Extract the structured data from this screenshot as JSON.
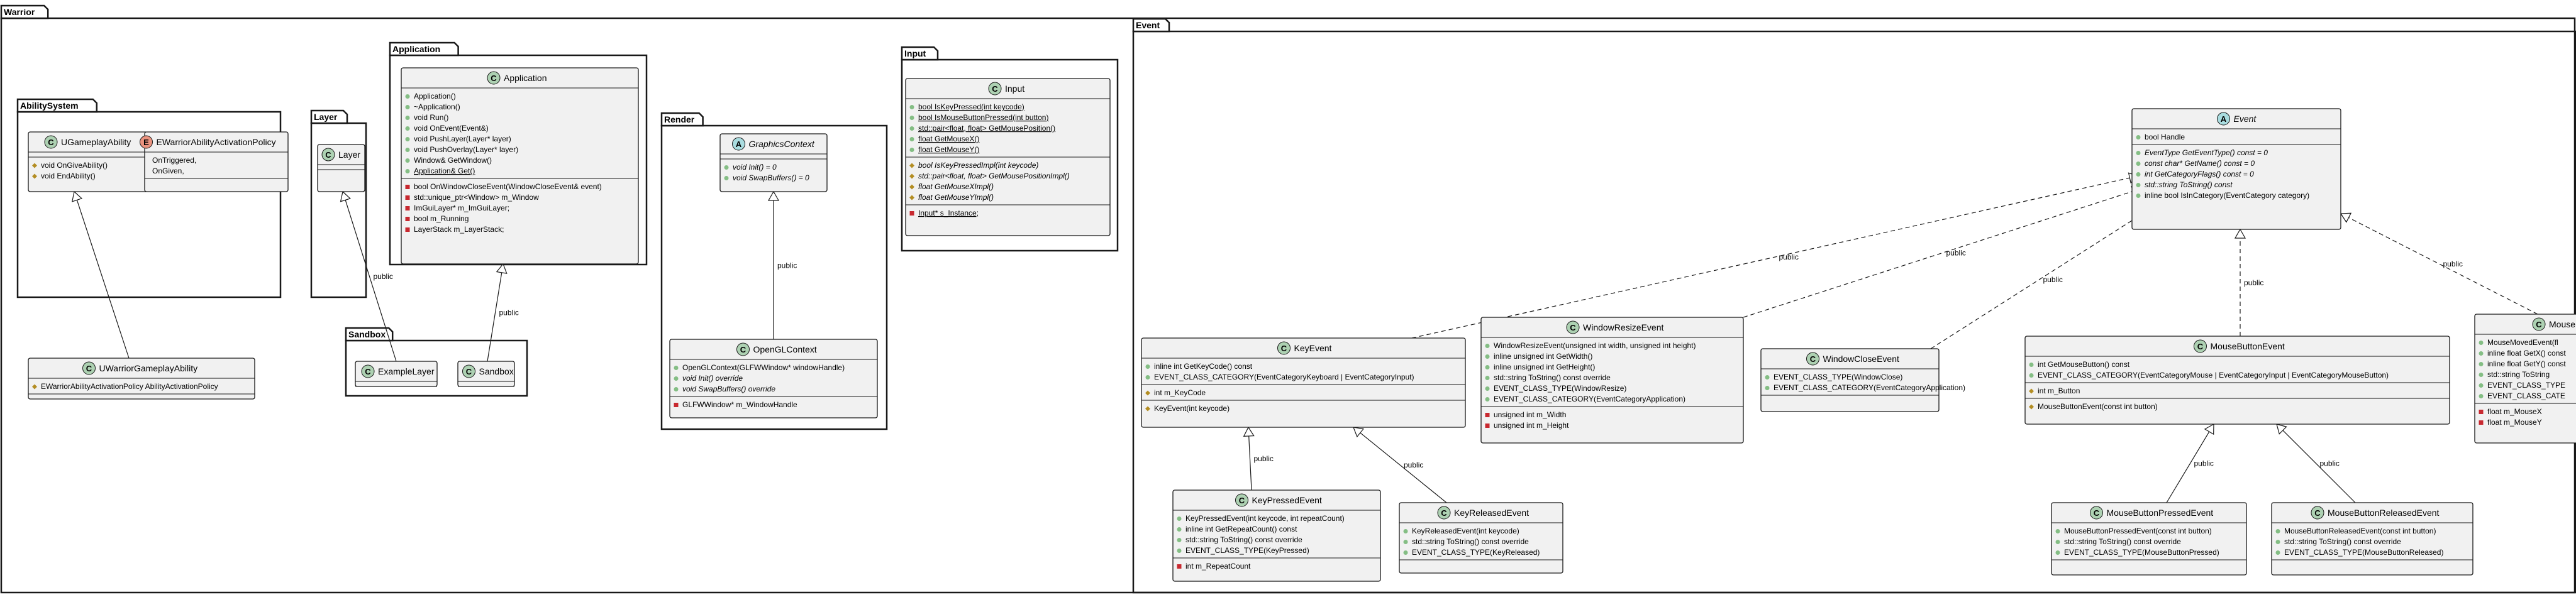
{
  "colors": {
    "class_fill": "#f1f1f1",
    "class_circle": "#add1b2",
    "abstract_circle": "#a9dcdf",
    "enum_circle": "#eb937f",
    "private_marker": "#c82930",
    "protected_marker": "#b38d22",
    "public_marker": "#84be84"
  },
  "packages": [
    {
      "id": "warrior",
      "name": "Warrior"
    },
    {
      "id": "ability",
      "name": "AbilitySystem"
    },
    {
      "id": "layer",
      "name": "Layer"
    },
    {
      "id": "application",
      "name": "Application"
    },
    {
      "id": "render",
      "name": "Render"
    },
    {
      "id": "input",
      "name": "Input"
    },
    {
      "id": "sandbox",
      "name": "Sandbox"
    },
    {
      "id": "event",
      "name": "Event"
    }
  ],
  "classes": [
    {
      "id": "UGameplayAbility",
      "name": "UGameplayAbility",
      "kind": "C",
      "fields": [],
      "methods": [
        {
          "v": "#",
          "t": "void OnGiveAbility()"
        },
        {
          "v": "#",
          "t": "void EndAbility()"
        }
      ]
    },
    {
      "id": "EWarriorAbilityActivationPolicy",
      "name": "EWarriorAbilityActivationPolicy",
      "kind": "E",
      "fields": [
        {
          "v": "",
          "t": "OnTriggered,"
        },
        {
          "v": "",
          "t": "OnGiven,"
        }
      ],
      "methods": []
    },
    {
      "id": "UWarriorGameplayAbility",
      "name": "UWarriorGameplayAbility",
      "kind": "C",
      "fields": [
        {
          "v": "#",
          "t": "EWarriorAbilityActivationPolicy AbilityActivationPolicy"
        }
      ],
      "methods": []
    },
    {
      "id": "Layer",
      "name": "Layer",
      "kind": "C",
      "fields": [],
      "methods": []
    },
    {
      "id": "Application",
      "name": "Application",
      "kind": "C",
      "fields": [
        {
          "v": "+",
          "t": "Application()"
        },
        {
          "v": "+",
          "t": "~Application()"
        },
        {
          "v": "+",
          "t": "void Run()"
        },
        {
          "v": "+",
          "t": "void OnEvent(Event&)"
        },
        {
          "v": "+",
          "t": "void PushLayer(Layer* layer)"
        },
        {
          "v": "+",
          "t": "void PushOverlay(Layer* layer)"
        },
        {
          "v": "+",
          "t": "Window& GetWindow()"
        },
        {
          "v": "+",
          "t": "Application& Get()",
          "static": true
        }
      ],
      "methods": [
        {
          "v": "-",
          "t": "bool OnWindowCloseEvent(WindowCloseEvent& event)"
        },
        {
          "v": "-",
          "t": "std::unique_ptr<Window> m_Window"
        },
        {
          "v": "-",
          "t": "ImGuiLayer* m_ImGuiLayer;"
        },
        {
          "v": "-",
          "t": "bool m_Running"
        },
        {
          "v": "-",
          "t": "LayerStack m_LayerStack;"
        }
      ]
    },
    {
      "id": "GraphicsContext",
      "name": "GraphicsContext",
      "kind": "A",
      "fields": [],
      "methods": [
        {
          "v": "+",
          "t": "void Init() = 0",
          "abstract": true
        },
        {
          "v": "+",
          "t": "void SwapBuffers() = 0",
          "abstract": true
        }
      ]
    },
    {
      "id": "OpenGLContext",
      "name": "OpenGLContext",
      "kind": "C",
      "fields": [
        {
          "v": "+",
          "t": "OpenGLContext(GLFWWindow* windowHandle)"
        },
        {
          "v": "+",
          "t": "void Init() override",
          "abstract": true
        },
        {
          "v": "+",
          "t": "void SwapBuffers() override",
          "abstract": true
        }
      ],
      "methods": [
        {
          "v": "-",
          "t": "GLFWWindow* m_WindowHandle"
        }
      ]
    },
    {
      "id": "Input",
      "name": "Input",
      "kind": "C",
      "fields": [
        {
          "v": "+",
          "t": "bool IsKeyPressed(int keycode)",
          "static": true
        },
        {
          "v": "+",
          "t": "bool IsMouseButtonPressed(int button)",
          "static": true
        },
        {
          "v": "+",
          "t": "std::pair<float, float> GetMousePosition()",
          "static": true
        },
        {
          "v": "+",
          "t": "float GetMouseX()",
          "static": true
        },
        {
          "v": "+",
          "t": "float GetMouseY()",
          "static": true
        }
      ],
      "methods": [
        {
          "v": "#",
          "t": "bool IsKeyPressedImpl(int keycode)",
          "abstract": true
        },
        {
          "v": "#",
          "t": "std::pair<float, float> GetMousePositionImpl()",
          "abstract": true
        },
        {
          "v": "#",
          "t": "float GetMouseXImpl()",
          "abstract": true
        },
        {
          "v": "#",
          "t": "float GetMouseYImpl()",
          "abstract": true
        }
      ],
      "extra": [
        {
          "v": "-",
          "t": "Input* s_Instance;",
          "static": true
        }
      ]
    },
    {
      "id": "ExampleLayer",
      "name": "ExampleLayer",
      "kind": "C",
      "fields": [],
      "methods": []
    },
    {
      "id": "Sandbox",
      "name": "Sandbox",
      "kind": "C",
      "fields": [],
      "methods": []
    },
    {
      "id": "Event",
      "name": "Event",
      "kind": "A",
      "fields": [
        {
          "v": "+",
          "t": "bool Handle"
        }
      ],
      "methods": [
        {
          "v": "+",
          "t": "EventType GetEventType() const = 0",
          "abstract": true
        },
        {
          "v": "+",
          "t": "const char* GetName() const = 0",
          "abstract": true
        },
        {
          "v": "+",
          "t": "int GetCategoryFlags() const = 0",
          "abstract": true
        },
        {
          "v": "+",
          "t": "std::string ToString() const",
          "abstract": true
        },
        {
          "v": "+",
          "t": "inline bool IsInCategory(EventCategory category)"
        }
      ]
    },
    {
      "id": "KeyEvent",
      "name": "KeyEvent",
      "kind": "C",
      "fields": [
        {
          "v": "+",
          "t": "inline int GetKeyCode() const"
        },
        {
          "v": "+",
          "t": "EVENT_CLASS_CATEGORY(EventCategoryKeyboard | EventCategoryInput)"
        }
      ],
      "methods": [
        {
          "v": "#",
          "t": "int m_KeyCode"
        }
      ],
      "extra": [
        {
          "v": "#",
          "t": "KeyEvent(int keycode)"
        }
      ]
    },
    {
      "id": "WindowResizeEvent",
      "name": "WindowResizeEvent",
      "kind": "C",
      "fields": [
        {
          "v": "+",
          "t": "WindowResizeEvent(unsigned int width, unsigned int height)"
        },
        {
          "v": "+",
          "t": "inline unsigned int GetWidth()"
        },
        {
          "v": "+",
          "t": "inline unsigned int GetHeight()"
        },
        {
          "v": "+",
          "t": "std::string ToString() const override"
        },
        {
          "v": "+",
          "t": "EVENT_CLASS_TYPE(WindowResize)"
        },
        {
          "v": "+",
          "t": "EVENT_CLASS_CATEGORY(EventCategoryApplication)"
        }
      ],
      "methods": [
        {
          "v": "-",
          "t": "unsigned int m_Width"
        },
        {
          "v": "-",
          "t": "unsigned int m_Height"
        }
      ]
    },
    {
      "id": "WindowCloseEvent",
      "name": "WindowCloseEvent",
      "kind": "C",
      "fields": [
        {
          "v": "+",
          "t": "EVENT_CLASS_TYPE(WindowClose)"
        },
        {
          "v": "+",
          "t": "EVENT_CLASS_CATEGORY(EventCategoryApplication)"
        }
      ],
      "methods": []
    },
    {
      "id": "MouseButtonEvent",
      "name": "MouseButtonEvent",
      "kind": "C",
      "fields": [
        {
          "v": "+",
          "t": "int GetMouseButton() const"
        },
        {
          "v": "+",
          "t": "EVENT_CLASS_CATEGORY(EventCategoryMouse | EventCategoryInput | EventCategoryMouseButton)"
        }
      ],
      "methods": [
        {
          "v": "#",
          "t": "int m_Button"
        }
      ],
      "extra": [
        {
          "v": "#",
          "t": "MouseButtonEvent(const int button)"
        }
      ]
    },
    {
      "id": "MouseMovedEvent",
      "name": "MouseMovedEvent",
      "kind": "C",
      "fields": [
        {
          "v": "+",
          "t": "MouseMovedEvent(fl"
        },
        {
          "v": "+",
          "t": "inline float GetX() const"
        },
        {
          "v": "+",
          "t": "inline float GetY() const"
        },
        {
          "v": "+",
          "t": "std::string ToString"
        },
        {
          "v": "+",
          "t": "EVENT_CLASS_TYPE"
        },
        {
          "v": "+",
          "t": "EVENT_CLASS_CATE"
        }
      ],
      "methods": [
        {
          "v": "-",
          "t": "float m_MouseX"
        },
        {
          "v": "-",
          "t": "float m_MouseY"
        }
      ]
    },
    {
      "id": "KeyPressedEvent",
      "name": "KeyPressedEvent",
      "kind": "C",
      "fields": [
        {
          "v": "+",
          "t": "KeyPressedEvent(int keycode, int repeatCount)"
        },
        {
          "v": "+",
          "t": "inline int GetRepeatCount() const"
        },
        {
          "v": "+",
          "t": "std::string ToString() const override"
        },
        {
          "v": "+",
          "t": "EVENT_CLASS_TYPE(KeyPressed)"
        }
      ],
      "methods": [
        {
          "v": "-",
          "t": "int m_RepeatCount"
        }
      ]
    },
    {
      "id": "KeyReleasedEvent",
      "name": "KeyReleasedEvent",
      "kind": "C",
      "fields": [
        {
          "v": "+",
          "t": "KeyReleasedEvent(int keycode)"
        },
        {
          "v": "+",
          "t": "std::string ToString() const override"
        },
        {
          "v": "+",
          "t": "EVENT_CLASS_TYPE(KeyReleased)"
        }
      ],
      "methods": []
    },
    {
      "id": "MouseButtonPressedEvent",
      "name": "MouseButtonPressedEvent",
      "kind": "C",
      "fields": [
        {
          "v": "+",
          "t": "MouseButtonPressedEvent(const int button)"
        },
        {
          "v": "+",
          "t": "std::string ToString() const override"
        },
        {
          "v": "+",
          "t": "EVENT_CLASS_TYPE(MouseButtonPressed)"
        }
      ],
      "methods": []
    },
    {
      "id": "MouseButtonReleasedEvent",
      "name": "MouseButtonReleasedEvent",
      "kind": "C",
      "fields": [
        {
          "v": "+",
          "t": "MouseButtonReleasedEvent(const int button)"
        },
        {
          "v": "+",
          "t": "std::string ToString() const override"
        },
        {
          "v": "+",
          "t": "EVENT_CLASS_TYPE(MouseButtonReleased)"
        }
      ],
      "methods": []
    }
  ],
  "relations": [
    {
      "from": "UWarriorGameplayAbility",
      "to": "UGameplayAbility",
      "type": "inherit",
      "label": ""
    },
    {
      "from": "ExampleLayer",
      "to": "Layer",
      "type": "inherit",
      "label": "public"
    },
    {
      "from": "Sandbox",
      "to": "Application",
      "type": "inherit",
      "label": "public"
    },
    {
      "from": "OpenGLContext",
      "to": "GraphicsContext",
      "type": "inherit",
      "label": "public"
    },
    {
      "from": "KeyEvent",
      "to": "Event",
      "type": "realize",
      "label": "public"
    },
    {
      "from": "WindowResizeEvent",
      "to": "Event",
      "type": "realize",
      "label": "public"
    },
    {
      "from": "WindowCloseEvent",
      "to": "Event",
      "type": "realize",
      "label": "public"
    },
    {
      "from": "MouseButtonEvent",
      "to": "Event",
      "type": "realize",
      "label": "public"
    },
    {
      "from": "MouseMovedEvent",
      "to": "Event",
      "type": "realize",
      "label": "public"
    },
    {
      "from": "KeyPressedEvent",
      "to": "KeyEvent",
      "type": "inherit",
      "label": "public"
    },
    {
      "from": "KeyReleasedEvent",
      "to": "KeyEvent",
      "type": "inherit",
      "label": "public"
    },
    {
      "from": "MouseButtonPressedEvent",
      "to": "MouseButtonEvent",
      "type": "inherit",
      "label": "public"
    },
    {
      "from": "MouseButtonReleasedEvent",
      "to": "MouseButtonEvent",
      "type": "inherit",
      "label": "public"
    }
  ]
}
